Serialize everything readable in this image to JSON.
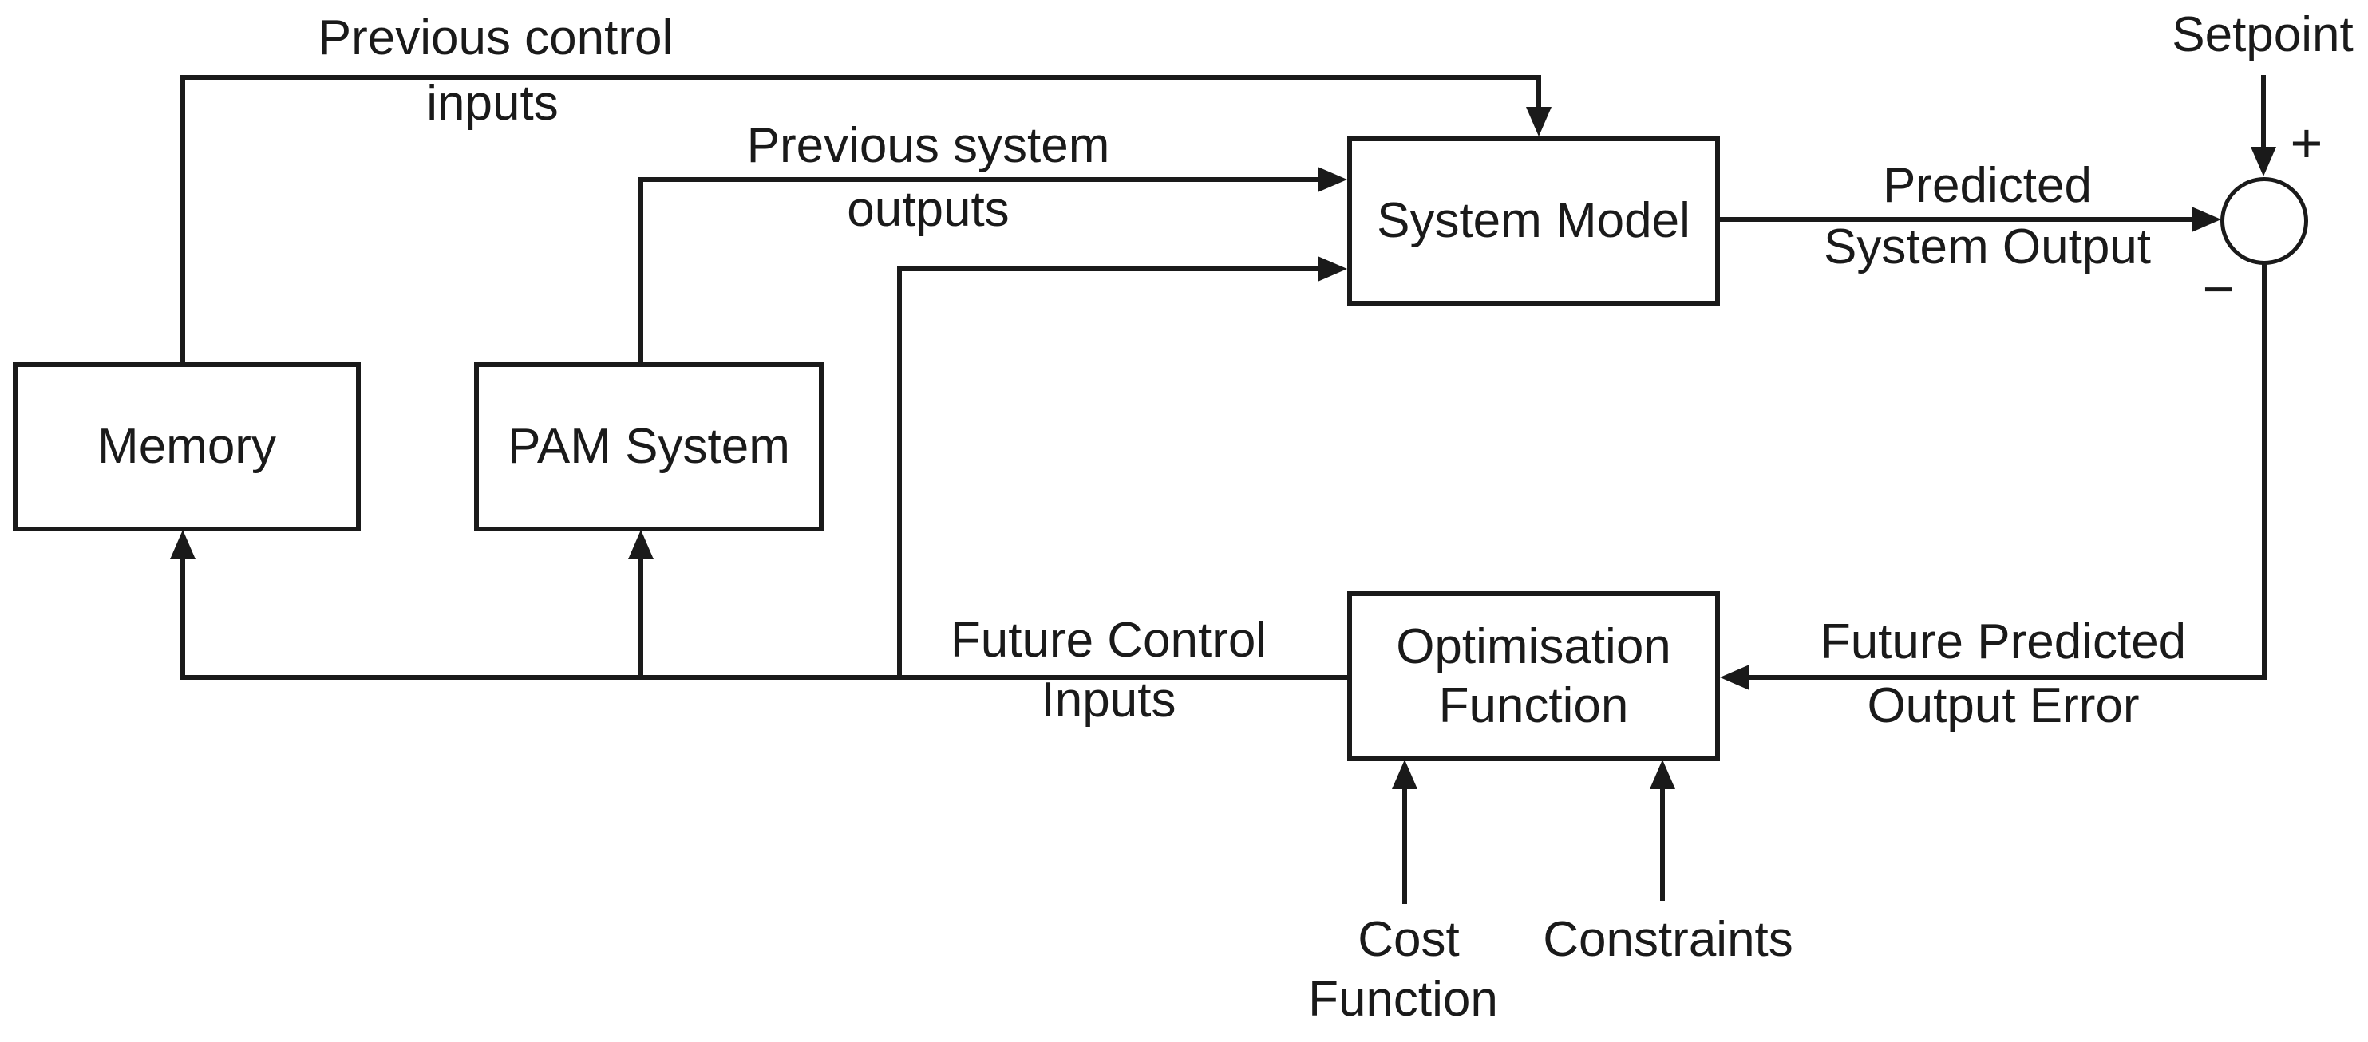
{
  "colors": {
    "background": "#ffffff",
    "line": "#1a1a1a",
    "text": "#1a1a1a"
  },
  "boxes": {
    "memory": {
      "label": "Memory"
    },
    "pam_system": {
      "label": "PAM System"
    },
    "system_model": {
      "label": "System Model"
    },
    "optimisation_function": {
      "line1": "Optimisation",
      "line2": "Function"
    }
  },
  "wire_labels": {
    "previous_control_inputs": {
      "line1": "Previous control",
      "line2": "inputs"
    },
    "previous_system_outputs": {
      "line1": "Previous system",
      "line2": "outputs"
    },
    "setpoint": "Setpoint",
    "plus_sign": "+",
    "minus_sign": "−",
    "predicted_system_output": {
      "line1": "Predicted",
      "line2": "System Output"
    },
    "future_control_inputs": {
      "line1": "Future Control",
      "line2": "Inputs"
    },
    "future_predicted_output_error": {
      "line1": "Future Predicted",
      "line2": "Output Error"
    },
    "cost_function": {
      "line1": "Cost",
      "line2": "Function"
    },
    "constraints": "Constraints"
  }
}
